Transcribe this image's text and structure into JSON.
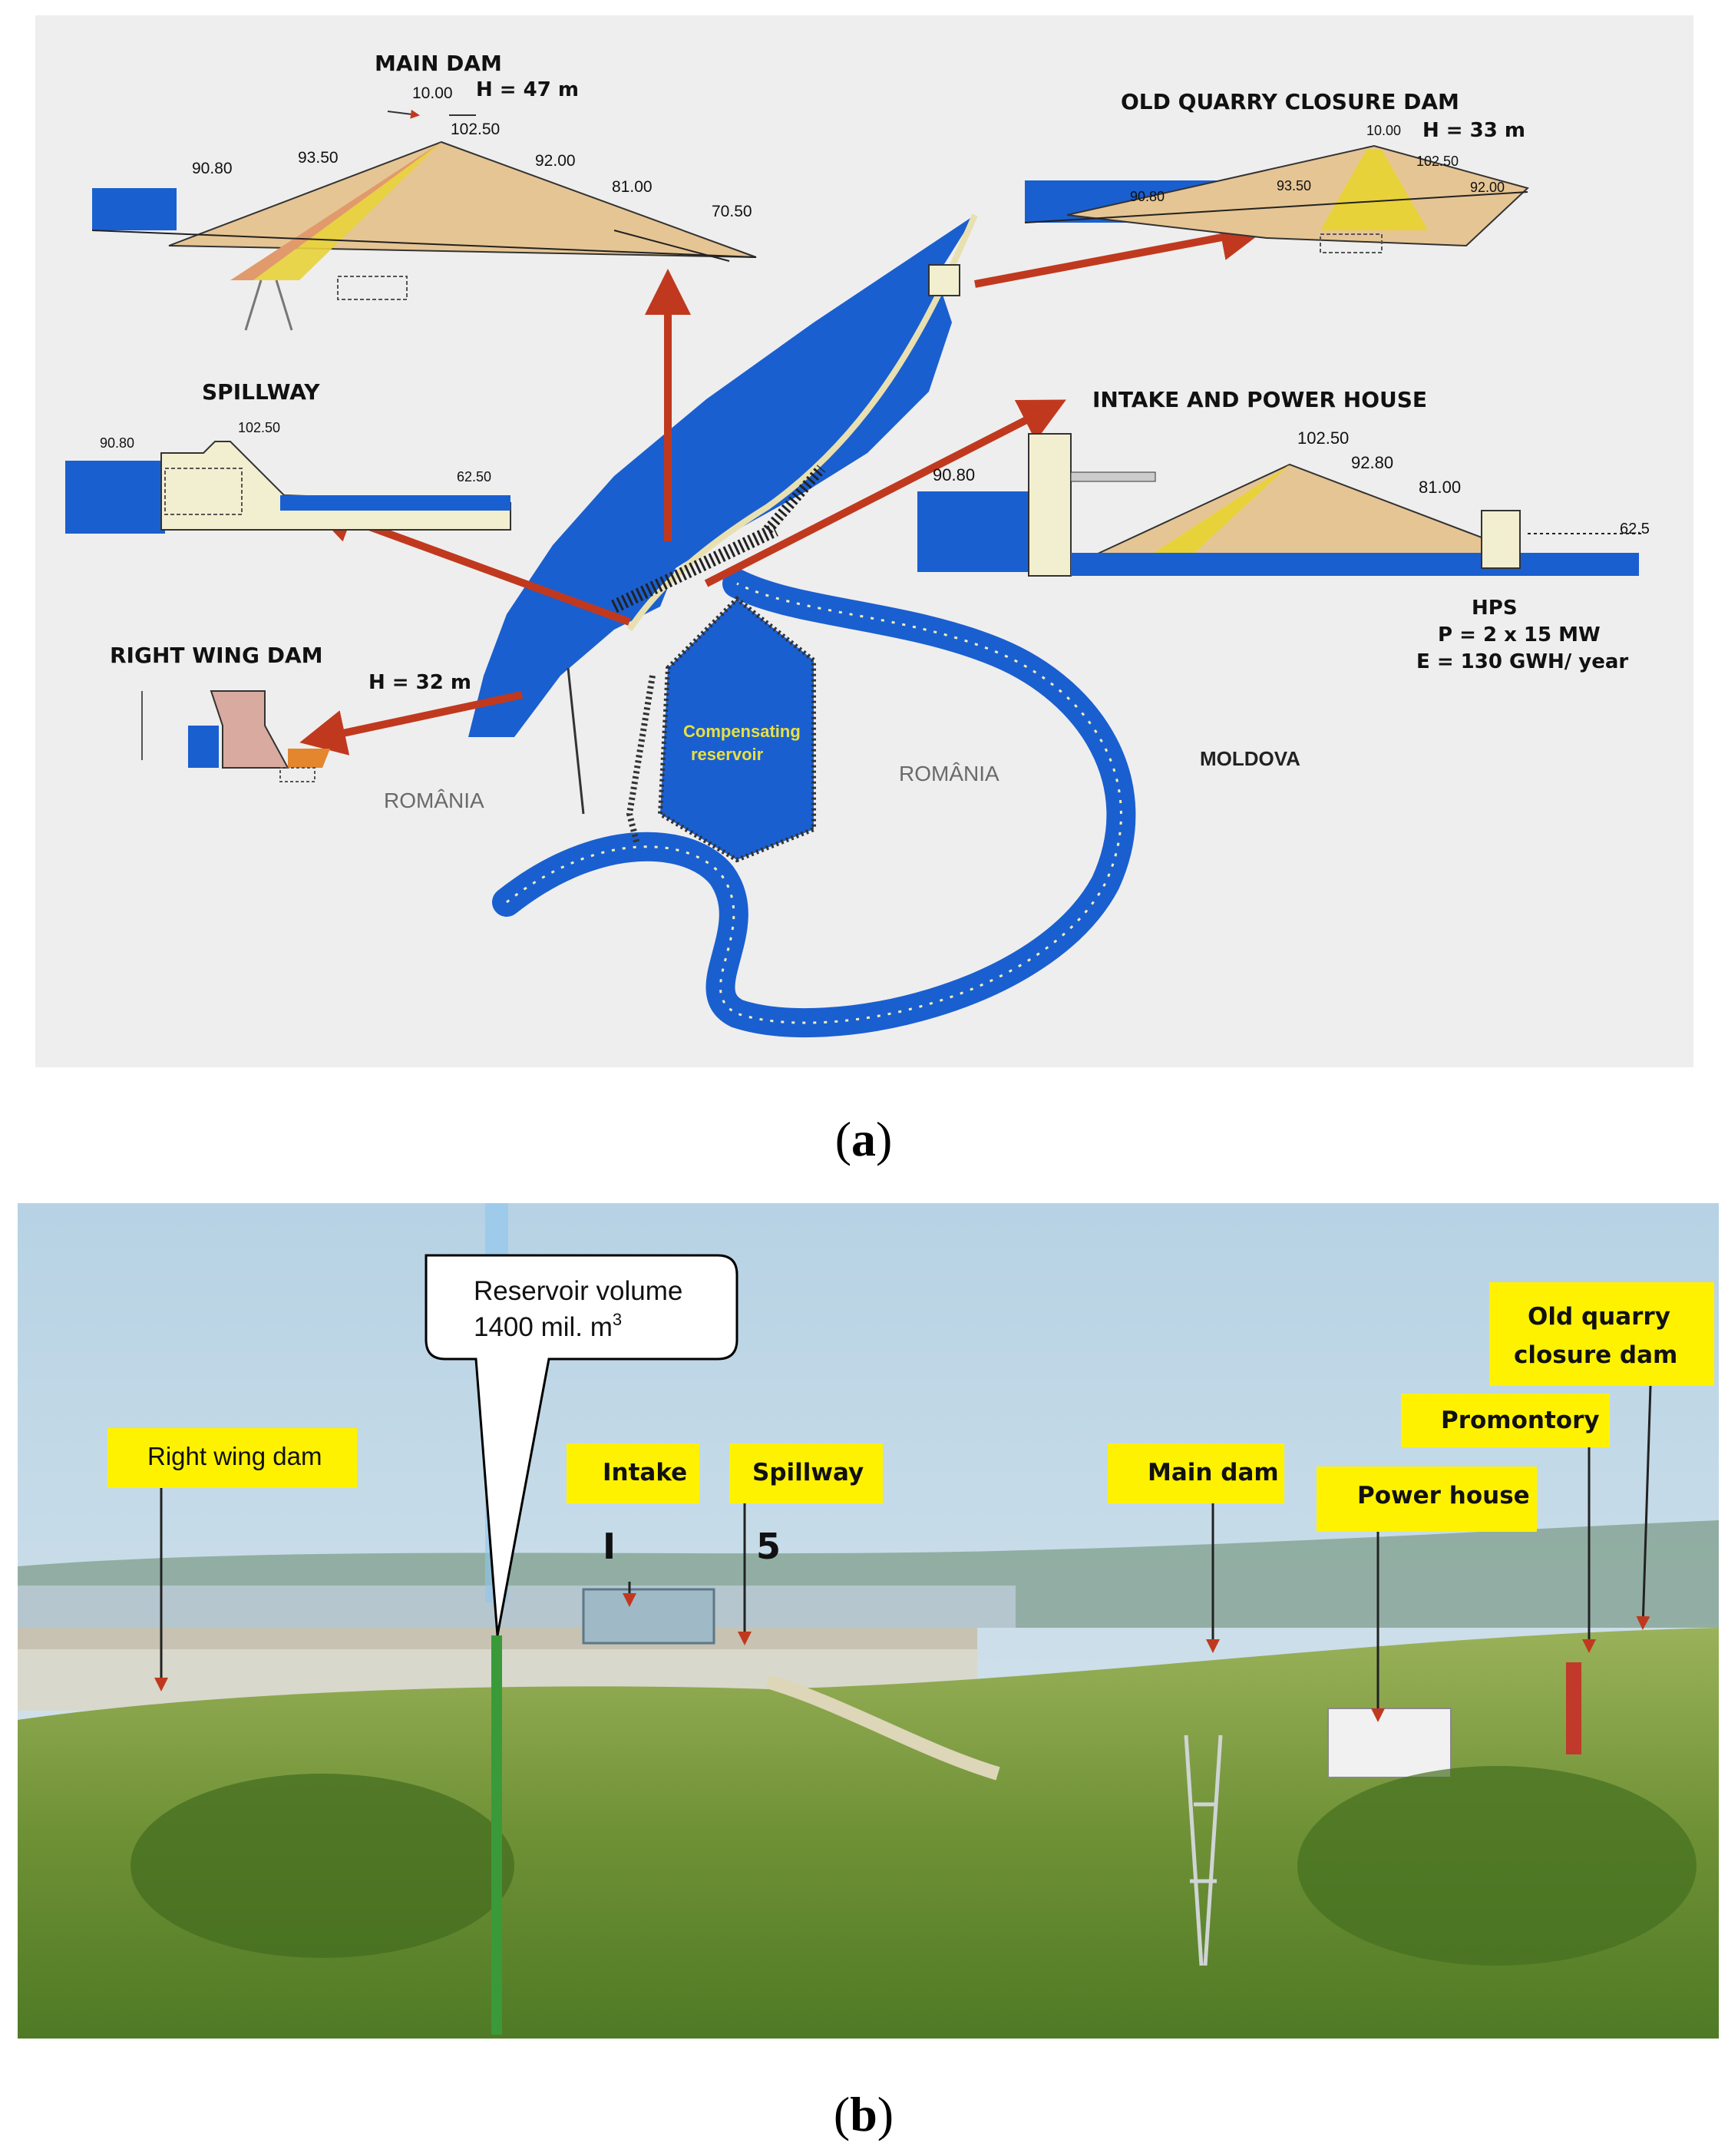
{
  "panel_a": {
    "caption": "(a)",
    "caption_letter": "a",
    "main_dam": {
      "title": "MAIN DAM",
      "height": "H = 47 m",
      "crest_width": "10.00",
      "elevations": [
        "90.80",
        "93.50",
        "102.50",
        "92.00",
        "81.00",
        "70.50"
      ]
    },
    "old_quarry": {
      "title": "OLD QUARRY CLOSURE DAM",
      "height": "H = 33 m",
      "crest_width": "10.00",
      "elevations": [
        "90.80",
        "93.50",
        "102.50",
        "92.00"
      ]
    },
    "spillway": {
      "title": "SPILLWAY",
      "elevations": [
        "90.80",
        "102.50",
        "62.50"
      ]
    },
    "intake": {
      "title": "INTAKE AND POWER HOUSE",
      "elevations": [
        "90.80",
        "102.50",
        "92.80",
        "81.00",
        "62.5"
      ]
    },
    "hps": {
      "name": "HPS",
      "power": "P = 2 x 15 MW",
      "energy": "E = 130 GWH/ year"
    },
    "right_wing": {
      "title": "RIGHT WING DAM",
      "height": "H = 32 m"
    },
    "compensating": {
      "line1": "Compensating",
      "line2": "reservoir"
    },
    "countries": {
      "romania_left": "ROMÂNIA",
      "romania_right": "ROMÂNIA",
      "moldova": "MOLDOVA"
    }
  },
  "panel_b": {
    "caption": "(b)",
    "caption_letter": "b",
    "callout": {
      "line1": "Reservoir volume",
      "line2": "1400 mil. m",
      "superscript": "3"
    },
    "labels": {
      "right_wing_dam": "Right wing dam",
      "intake": "Intake",
      "spillway": "Spillway",
      "main_dam": "Main dam",
      "power_house": "Power house",
      "promontory": "Promontory",
      "old_quarry_line1": "Old quarry",
      "old_quarry_line2": "closure dam"
    },
    "numbers": {
      "intake": "I",
      "spillway": "5"
    }
  },
  "colors": {
    "water": "#1a5fd0",
    "dam_fill": "#e6c594",
    "core": "#e8d23a",
    "arrow": "#c0391e",
    "label_yellow": "#fff200",
    "panel_bg": "#eeeeee"
  }
}
